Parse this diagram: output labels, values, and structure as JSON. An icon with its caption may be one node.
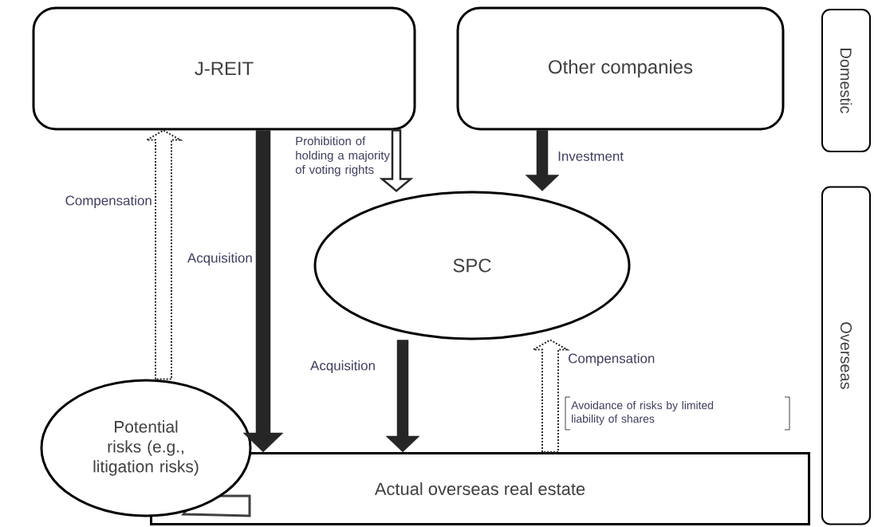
{
  "diagram": {
    "nodes": [
      {
        "text": [
          "J-REIT"
        ]
      },
      {
        "text": [
          "Other companies"
        ]
      },
      {
        "text": [
          "Domestic"
        ]
      },
      {
        "text": [
          "SPC"
        ]
      },
      {
        "text": [
          "Potential risks (e.g., litigation risks)"
        ]
      },
      {
        "text": [
          "Actual overseas real estate"
        ]
      },
      {
        "text": [
          "Overseas"
        ]
      }
    ],
    "edges": [
      {
        "from": 0,
        "to": 5,
        "arrow": "to",
        "label": "Acquisition",
        "style": "thick"
      },
      {
        "from": 0,
        "to": 3,
        "arrow": "to",
        "label": "Prohibition of holding a majority of voting rights"
      },
      {
        "from": 1,
        "to": 3,
        "arrow": "to",
        "label": "Investment"
      },
      {
        "from": 3,
        "to": 5,
        "arrow": "to",
        "label": "Acquisition"
      },
      {
        "from": 4,
        "to": 0,
        "arrow": "to",
        "label": "Compensation",
        "style": "dashed"
      },
      {
        "from": 5,
        "to": 3,
        "arrow": "to",
        "label": "Compensation",
        "style": "dashed"
      }
    ],
    "labels": [
      "Avoidance of risks by limited liability of shares"
    ]
  }
}
